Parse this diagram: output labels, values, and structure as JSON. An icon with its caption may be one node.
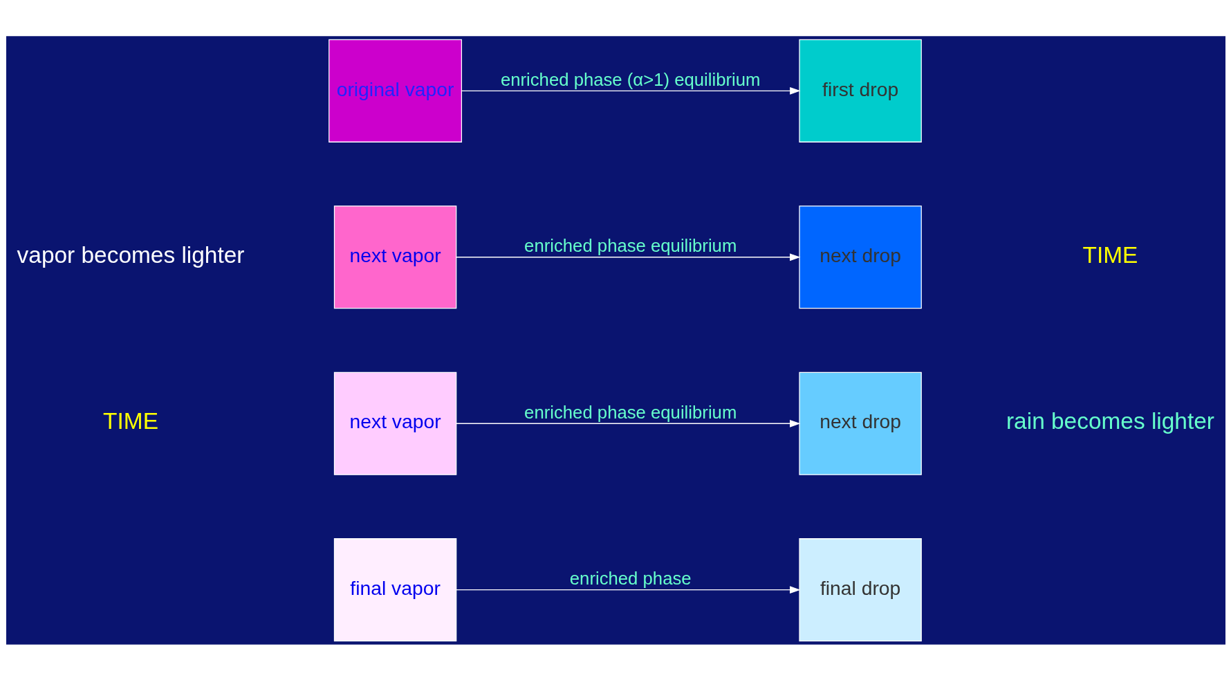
{
  "diagram": {
    "nodes": [
      {
        "text": [
          "original vapor"
        ]
      },
      {
        "text": [
          "next vapor"
        ]
      },
      {
        "text": [
          "next vapor"
        ]
      },
      {
        "text": [
          "final vapor"
        ]
      },
      {
        "text": [
          "first drop"
        ]
      },
      {
        "text": [
          "next drop"
        ]
      },
      {
        "text": [
          "next drop"
        ]
      },
      {
        "text": [
          "final drop"
        ]
      }
    ],
    "edges": [
      {
        "from": 0,
        "to": 4,
        "arrow": "to",
        "label": "enriched phase (α>1) equilibrium"
      },
      {
        "from": 1,
        "to": 5,
        "arrow": "to",
        "label": "enriched phase equilibrium"
      },
      {
        "from": 2,
        "to": 6,
        "arrow": "to",
        "label": "enriched phase equilibrium"
      },
      {
        "from": 3,
        "to": 7,
        "arrow": "to",
        "label": "enriched phase"
      }
    ],
    "labels": [
      "vapor becomes lighter",
      "TIME",
      "TIME",
      "rain becomes lighter"
    ]
  }
}
